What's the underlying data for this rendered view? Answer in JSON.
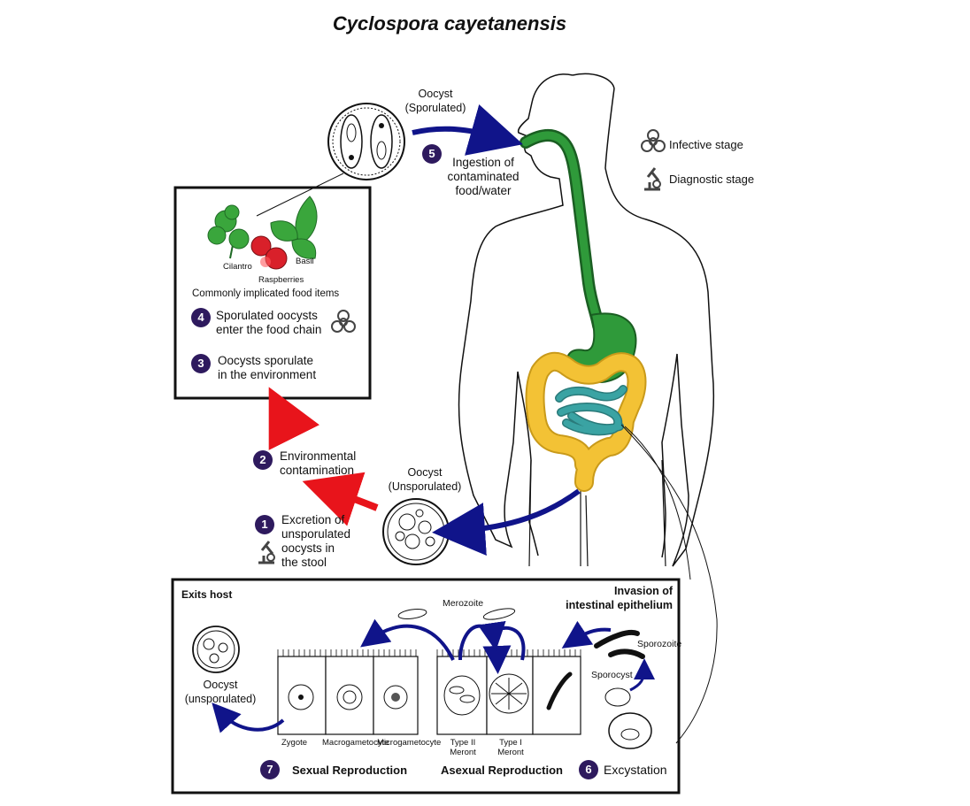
{
  "title": "Cyclospora cayetanensis",
  "legend": {
    "infective": "Infective stage",
    "diagnostic": "Diagnostic stage"
  },
  "steps": {
    "s1": {
      "num": "1",
      "lines": [
        "Excretion of",
        "unsporulated",
        "oocysts in",
        "the stool"
      ]
    },
    "s2": {
      "num": "2",
      "lines": [
        "Environmental",
        "contamination"
      ]
    },
    "s3": {
      "num": "3",
      "lines": [
        "Oocysts sporulate",
        "in the environment"
      ]
    },
    "s4": {
      "num": "4",
      "lines": [
        "Sporulated oocysts",
        "enter the food chain"
      ]
    },
    "s5": {
      "num": "5",
      "lines": [
        "Ingestion of",
        "contaminated",
        "food/water"
      ]
    },
    "s6": {
      "num": "6",
      "label": "Excystation"
    },
    "s7": {
      "num": "7",
      "label": "Sexual Reproduction"
    }
  },
  "oocyst_sporulated": [
    "Oocyst",
    "(Sporulated)"
  ],
  "oocyst_unsporulated": [
    "Oocyst",
    "(Unsporulated)"
  ],
  "food": {
    "cilantro": "Cilantro",
    "basil": "Basil",
    "raspberries": "Raspberries",
    "caption": "Commonly implicated food items"
  },
  "cycle": {
    "exits_host": "Exits host",
    "invasion": [
      "Invasion of",
      "intestinal epithelium"
    ],
    "oocyst_unsporulated_lower": [
      "Oocyst",
      "(unsporulated)"
    ],
    "merozoite": "Merozoite",
    "sporozoite": "Sporozoite",
    "sporocyst": "Sporocyst",
    "zygote": "Zygote",
    "macrogametocyte": "Macrogametocyte",
    "microgametocyte": "Microgametocyte",
    "type2": [
      "Type II",
      "Meront"
    ],
    "type1": [
      "Type I",
      "Meront"
    ],
    "asexual": "Asexual Reproduction"
  },
  "colors": {
    "arrow_blue": "#10148a",
    "arrow_red": "#e8141b",
    "stomach_green": "#2f9a3a",
    "colon_yellow": "#f3c235",
    "small_intestine_teal": "#3aa3a3",
    "step_circle": "#2e1a5e"
  }
}
